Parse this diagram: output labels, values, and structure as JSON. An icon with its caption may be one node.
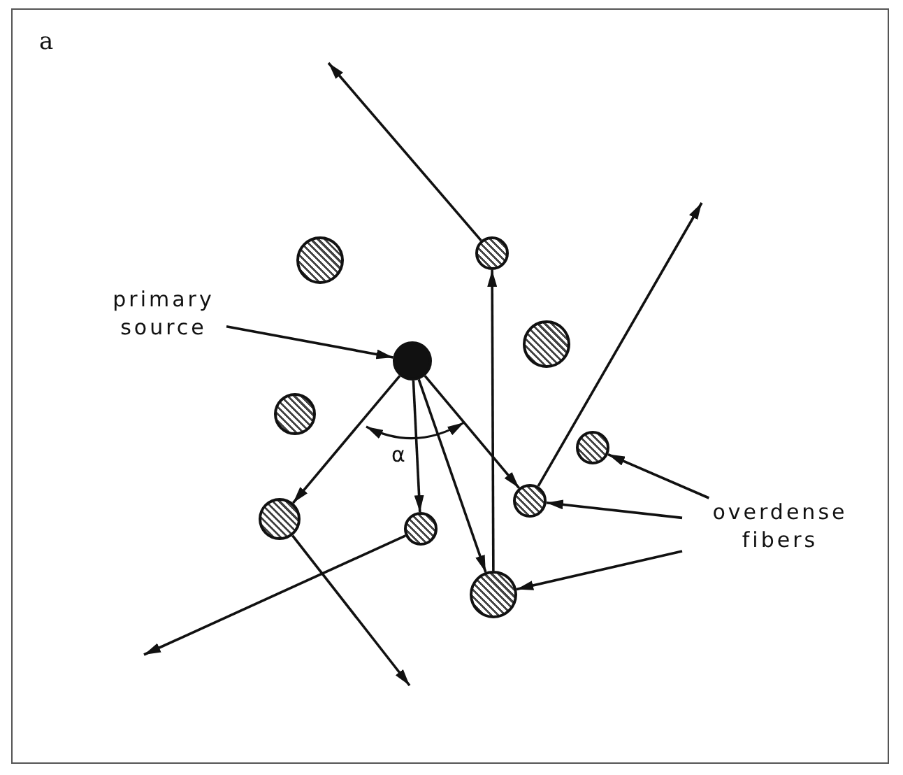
{
  "diagram": {
    "nodes": [
      {
        "text": [],
        "shape": "circle"
      },
      {
        "text": [],
        "shape": "circle"
      },
      {
        "text": [
          "primary source"
        ]
      },
      {
        "text": [],
        "shape": "circle"
      },
      {
        "text": [],
        "shape": "circle"
      },
      {
        "text": [],
        "shape": "circle"
      },
      {
        "text": [],
        "shape": "circle"
      },
      {
        "text": [],
        "shape": "circle"
      },
      {
        "text": [],
        "shape": "circle"
      },
      {
        "text": [
          "overdense fibers"
        ]
      },
      {
        "text": [],
        "shape": "circle"
      },
      {
        "text": [],
        "shape": "circle"
      }
    ],
    "edges": [
      {
        "from": 2,
        "to": 4,
        "arrow": "to"
      },
      {
        "from": 4,
        "to": 8,
        "arrow": "to"
      },
      {
        "from": 8,
        "to": null,
        "arrow": "to"
      },
      {
        "from": 4,
        "to": 7,
        "arrow": "to"
      },
      {
        "from": 7,
        "to": null,
        "arrow": "to"
      },
      {
        "from": 4,
        "to": 10,
        "arrow": "to"
      },
      {
        "from": 10,
        "to": null,
        "arrow": "to"
      },
      {
        "from": 4,
        "to": 11,
        "arrow": "to"
      },
      {
        "from": 11,
        "to": 0,
        "arrow": "to"
      },
      {
        "from": 0,
        "to": null,
        "arrow": "to"
      },
      {
        "from": 9,
        "to": 6,
        "arrow": "to"
      },
      {
        "from": 9,
        "to": 7,
        "arrow": "to"
      },
      {
        "from": 9,
        "to": 11,
        "arrow": "to"
      }
    ],
    "labels": [
      "a",
      "α"
    ]
  }
}
